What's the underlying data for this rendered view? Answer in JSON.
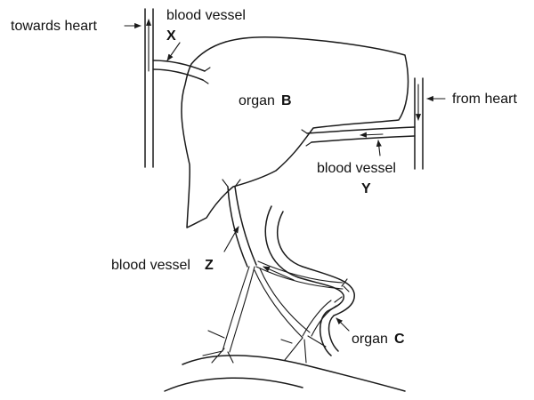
{
  "labels": {
    "towards_heart": "towards heart",
    "from_heart": "from heart",
    "vessel_x_text": "blood vessel",
    "vessel_x_letter": "X",
    "vessel_y_text": "blood vessel",
    "vessel_y_letter": "Y",
    "vessel_z_text": "blood vessel",
    "vessel_z_letter": "Z",
    "organ_b_text": "organ",
    "organ_b_letter": "B",
    "organ_c_text": "organ",
    "organ_c_letter": "C"
  },
  "colors": {
    "line": "#1a1a1a",
    "background": "#ffffff"
  }
}
